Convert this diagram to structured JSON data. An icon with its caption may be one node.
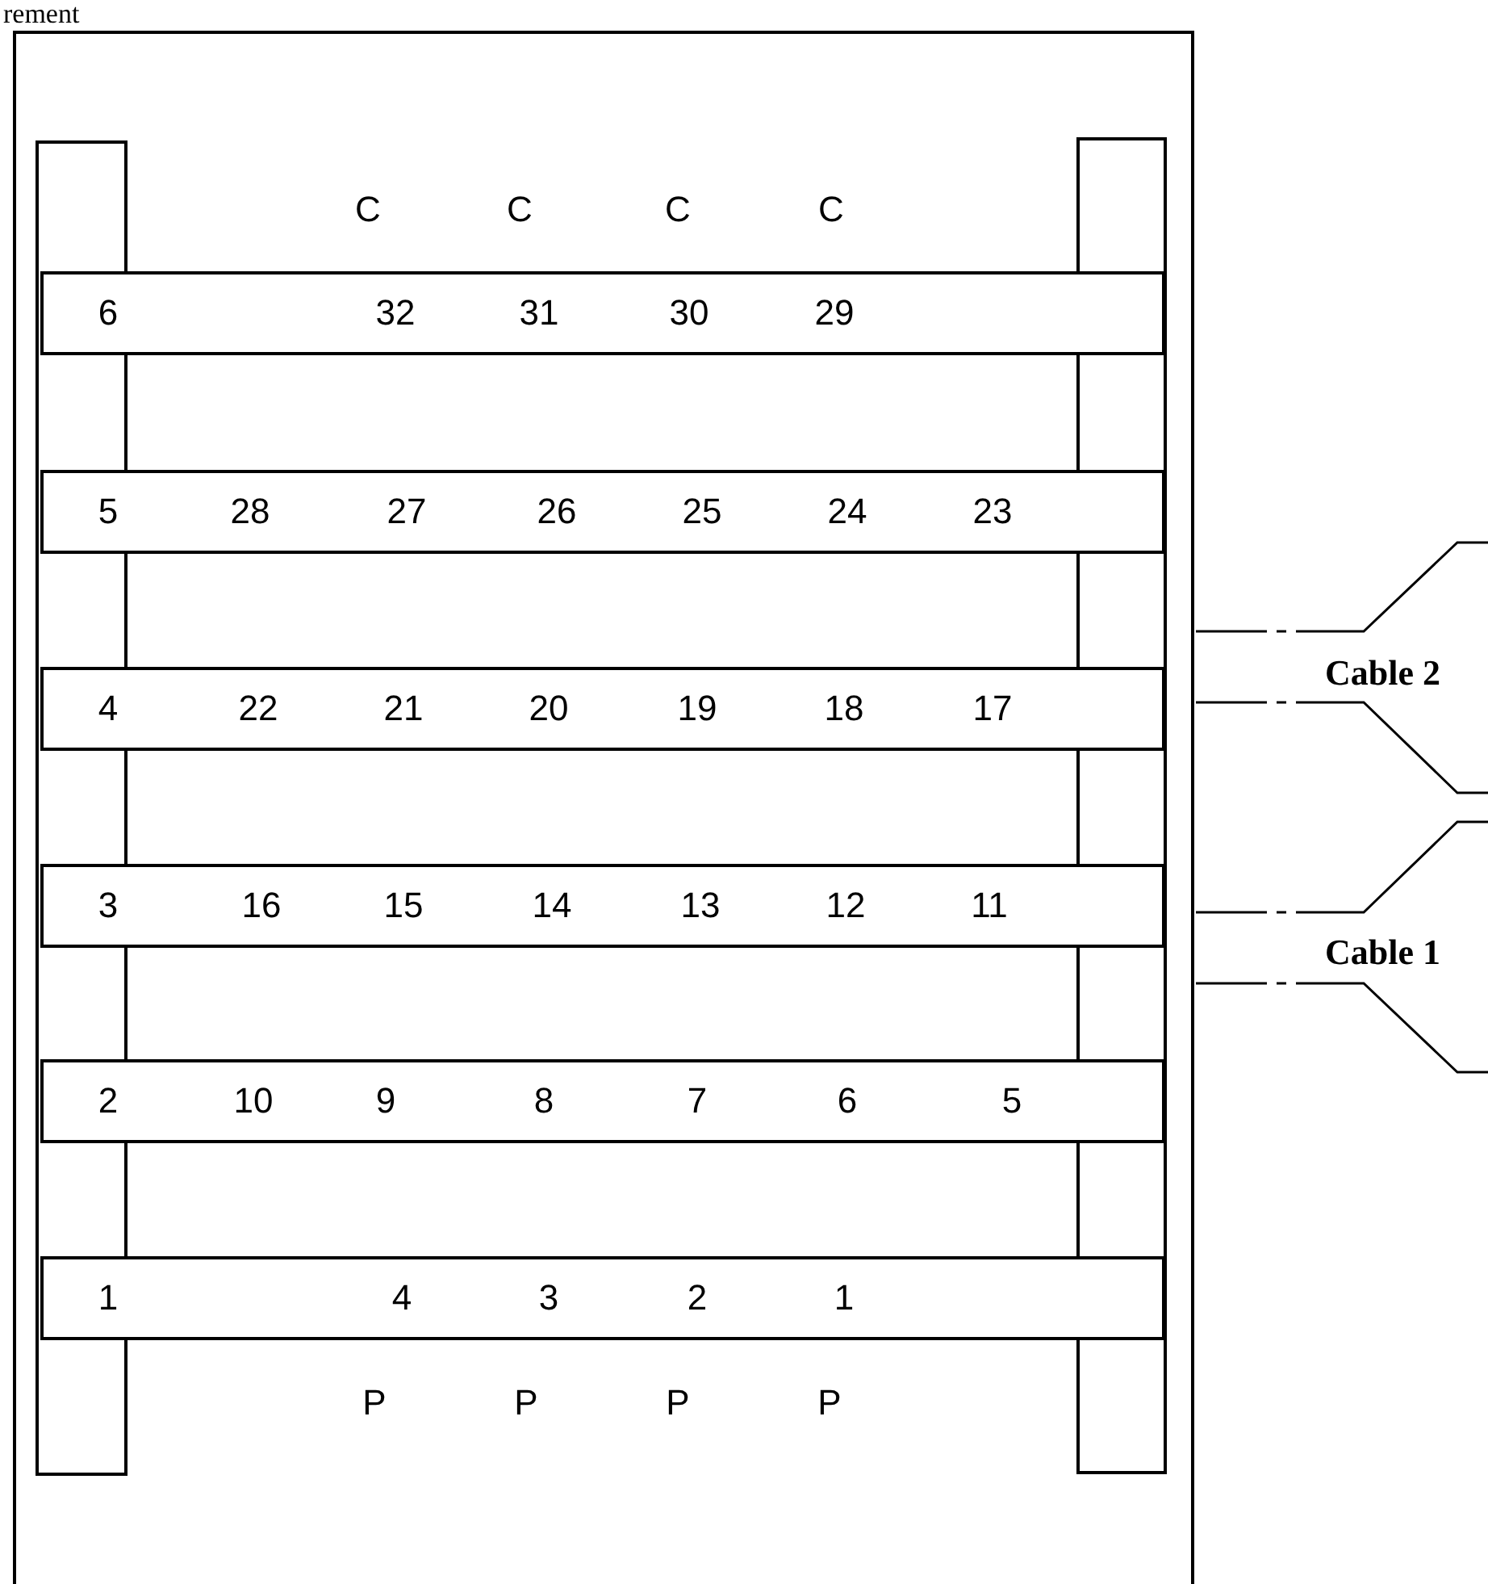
{
  "diagram": {
    "nodes": [
      {
        "text": [],
        "shape": "box"
      },
      {
        "text": [
          "6",
          "32",
          "31",
          "30",
          "29"
        ],
        "in": 0
      },
      {
        "text": [
          "5",
          "28",
          "27",
          "26",
          "25",
          "24",
          "23"
        ],
        "in": 0
      },
      {
        "text": [
          "4",
          "22",
          "21",
          "20",
          "19",
          "18",
          "17"
        ],
        "in": 0
      },
      {
        "text": [
          "3",
          "16",
          "15",
          "14",
          "13",
          "12",
          "11"
        ],
        "in": 0
      },
      {
        "text": [
          "2",
          "10",
          "9",
          "8",
          "7",
          "6",
          "5"
        ],
        "in": 0
      },
      {
        "text": [
          "1",
          "4",
          "3",
          "2",
          "1"
        ],
        "in": 0
      }
    ],
    "edges": [],
    "labels": [
      "rement",
      "C",
      "C",
      "C",
      "C",
      "P",
      "P",
      "P",
      "P",
      "Cable 2",
      "Cable 1"
    ]
  }
}
